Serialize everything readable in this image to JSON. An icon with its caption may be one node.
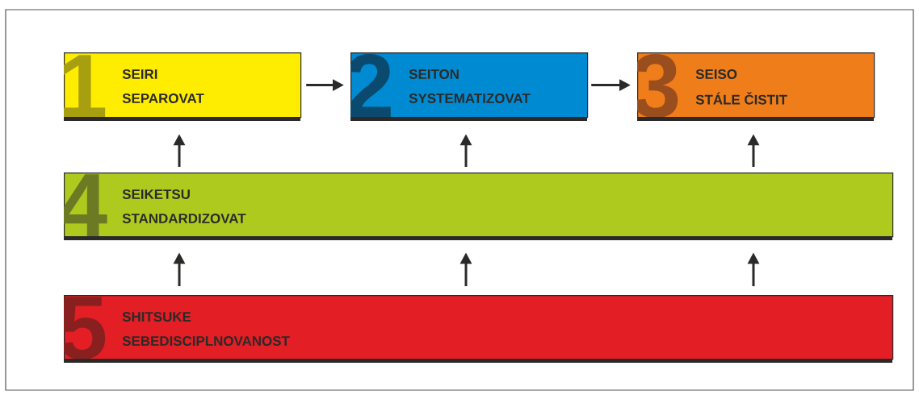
{
  "diagram": {
    "nodes": [
      {
        "text": [
          "1",
          "SEIRI",
          "SEPAROVAT"
        ]
      },
      {
        "text": [
          "2",
          "SEITON",
          "SYSTEMATIZOVAT"
        ]
      },
      {
        "text": [
          "3",
          "SEISO",
          "STÁLE ČISTIT"
        ]
      },
      {
        "text": [
          "4",
          "SEIKETSU",
          "STANDARDIZOVAT"
        ]
      },
      {
        "text": [
          "5",
          "SHITSUKE",
          "SEBEDISCIPLNOVANOST"
        ]
      }
    ],
    "edges": [
      {
        "from": 0,
        "to": 1,
        "arrow": "to"
      },
      {
        "from": 1,
        "to": 2,
        "arrow": "to"
      },
      {
        "from": 3,
        "to": 0,
        "arrow": "to"
      },
      {
        "from": 3,
        "to": 1,
        "arrow": "to"
      },
      {
        "from": 3,
        "to": 2,
        "arrow": "to"
      },
      {
        "from": 4,
        "to": 3,
        "arrow": "to"
      },
      {
        "from": 4,
        "to": 3,
        "arrow": "to"
      },
      {
        "from": 4,
        "to": 3,
        "arrow": "to"
      }
    ]
  }
}
